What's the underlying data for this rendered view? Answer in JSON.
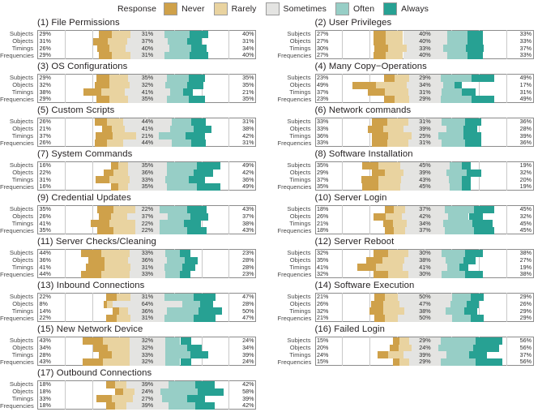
{
  "legend": {
    "title": "Response",
    "items": [
      {
        "label": "Never",
        "color": "#cfa14a"
      },
      {
        "label": "Rarely",
        "color": "#e9d3a0"
      },
      {
        "label": "Sometimes",
        "color": "#e4e4e2"
      },
      {
        "label": "Often",
        "color": "#97cec6"
      },
      {
        "label": "Always",
        "color": "#27a193"
      }
    ]
  },
  "row_labels": [
    "Subjects",
    "Objects",
    "Timings",
    "Frequencies"
  ],
  "chart_data": {
    "type": "bar",
    "subtype": "diverging-stacked-likert",
    "title": "",
    "xlabel": "",
    "ylabel": "",
    "grid": true,
    "legend_position": "top",
    "categories": [
      "Subjects",
      "Objects",
      "Timings",
      "Frequencies"
    ],
    "series_names": [
      "Never",
      "Rarely",
      "Sometimes",
      "Often",
      "Always"
    ],
    "labelled_groups": [
      "Never+Rarely",
      "Sometimes",
      "Often+Always"
    ],
    "axis_range_percent": [
      -100,
      100
    ],
    "panels": [
      {
        "index": 1,
        "title": "(1) File Permissions",
        "rows": [
          {
            "category": "Subjects",
            "negative": 29,
            "neutral": 31,
            "positive": 40
          },
          {
            "category": "Objects",
            "negative": 31,
            "neutral": 37,
            "positive": 31
          },
          {
            "category": "Timings",
            "negative": 26,
            "neutral": 40,
            "positive": 34
          },
          {
            "category": "Frequencies",
            "negative": 29,
            "neutral": 31,
            "positive": 40
          }
        ]
      },
      {
        "index": 2,
        "title": "(2) User Privileges",
        "rows": [
          {
            "category": "Subjects",
            "negative": 27,
            "neutral": 40,
            "positive": 33
          },
          {
            "category": "Objects",
            "negative": 27,
            "neutral": 40,
            "positive": 33
          },
          {
            "category": "Timings",
            "negative": 30,
            "neutral": 33,
            "positive": 37
          },
          {
            "category": "Frequencies",
            "negative": 27,
            "neutral": 40,
            "positive": 33
          }
        ]
      },
      {
        "index": 3,
        "title": "(3) OS Configurations",
        "rows": [
          {
            "category": "Subjects",
            "negative": 29,
            "neutral": 35,
            "positive": 35
          },
          {
            "category": "Objects",
            "negative": 32,
            "neutral": 32,
            "positive": 35
          },
          {
            "category": "Timings",
            "negative": 38,
            "neutral": 41,
            "positive": 21
          },
          {
            "category": "Frequencies",
            "negative": 29,
            "neutral": 35,
            "positive": 35
          }
        ]
      },
      {
        "index": 4,
        "title": "(4) Many Copy−Operations",
        "rows": [
          {
            "category": "Subjects",
            "negative": 23,
            "neutral": 29,
            "positive": 49
          },
          {
            "category": "Objects",
            "negative": 49,
            "neutral": 34,
            "positive": 17
          },
          {
            "category": "Timings",
            "negative": 37,
            "neutral": 31,
            "positive": 31
          },
          {
            "category": "Frequencies",
            "negative": 23,
            "neutral": 29,
            "positive": 49
          }
        ]
      },
      {
        "index": 5,
        "title": "(5) Custom Scripts",
        "rows": [
          {
            "category": "Subjects",
            "negative": 26,
            "neutral": 44,
            "positive": 31
          },
          {
            "category": "Objects",
            "negative": 21,
            "neutral": 41,
            "positive": 38
          },
          {
            "category": "Timings",
            "negative": 37,
            "neutral": 21,
            "positive": 42
          },
          {
            "category": "Frequencies",
            "negative": 26,
            "neutral": 44,
            "positive": 31
          }
        ]
      },
      {
        "index": 6,
        "title": "(6) Network commands",
        "rows": [
          {
            "category": "Subjects",
            "negative": 33,
            "neutral": 31,
            "positive": 36
          },
          {
            "category": "Objects",
            "negative": 33,
            "neutral": 39,
            "positive": 28
          },
          {
            "category": "Timings",
            "negative": 36,
            "neutral": 25,
            "positive": 39
          },
          {
            "category": "Frequencies",
            "negative": 33,
            "neutral": 31,
            "positive": 36
          }
        ]
      },
      {
        "index": 7,
        "title": "(7) System Commands",
        "rows": [
          {
            "category": "Subjects",
            "negative": 16,
            "neutral": 35,
            "positive": 49
          },
          {
            "category": "Objects",
            "negative": 22,
            "neutral": 36,
            "positive": 42
          },
          {
            "category": "Timings",
            "negative": 31,
            "neutral": 33,
            "positive": 36
          },
          {
            "category": "Frequencies",
            "negative": 16,
            "neutral": 35,
            "positive": 49
          }
        ]
      },
      {
        "index": 8,
        "title": "(8) Software Installation",
        "rows": [
          {
            "category": "Subjects",
            "negative": 35,
            "neutral": 45,
            "positive": 19
          },
          {
            "category": "Objects",
            "negative": 29,
            "neutral": 39,
            "positive": 32
          },
          {
            "category": "Timings",
            "negative": 37,
            "neutral": 43,
            "positive": 20
          },
          {
            "category": "Frequencies",
            "negative": 35,
            "neutral": 45,
            "positive": 19
          }
        ]
      },
      {
        "index": 9,
        "title": "(9) Credential Updates",
        "rows": [
          {
            "category": "Subjects",
            "negative": 35,
            "neutral": 22,
            "positive": 43
          },
          {
            "category": "Objects",
            "negative": 26,
            "neutral": 37,
            "positive": 37
          },
          {
            "category": "Timings",
            "negative": 41,
            "neutral": 22,
            "positive": 38
          },
          {
            "category": "Frequencies",
            "negative": 35,
            "neutral": 22,
            "positive": 43
          }
        ]
      },
      {
        "index": 10,
        "title": "(10) Server Login",
        "rows": [
          {
            "category": "Subjects",
            "negative": 18,
            "neutral": 37,
            "positive": 45
          },
          {
            "category": "Objects",
            "negative": 26,
            "neutral": 42,
            "positive": 32
          },
          {
            "category": "Timings",
            "negative": 21,
            "neutral": 34,
            "positive": 45
          },
          {
            "category": "Frequencies",
            "negative": 18,
            "neutral": 37,
            "positive": 45
          }
        ]
      },
      {
        "index": 11,
        "title": "(11) Server Checks/Cleaning",
        "rows": [
          {
            "category": "Subjects",
            "negative": 44,
            "neutral": 33,
            "positive": 23
          },
          {
            "category": "Objects",
            "negative": 36,
            "neutral": 36,
            "positive": 28
          },
          {
            "category": "Timings",
            "negative": 41,
            "neutral": 31,
            "positive": 28
          },
          {
            "category": "Frequencies",
            "negative": 44,
            "neutral": 33,
            "positive": 23
          }
        ]
      },
      {
        "index": 12,
        "title": "(12) Server Reboot",
        "rows": [
          {
            "category": "Subjects",
            "negative": 32,
            "neutral": 30,
            "positive": 38
          },
          {
            "category": "Objects",
            "negative": 35,
            "neutral": 38,
            "positive": 27
          },
          {
            "category": "Timings",
            "negative": 41,
            "neutral": 41,
            "positive": 19
          },
          {
            "category": "Frequencies",
            "negative": 32,
            "neutral": 30,
            "positive": 38
          }
        ]
      },
      {
        "index": 13,
        "title": "(13) Inbound Connections",
        "rows": [
          {
            "category": "Subjects",
            "negative": 22,
            "neutral": 31,
            "positive": 47
          },
          {
            "category": "Objects",
            "negative": 8,
            "neutral": 64,
            "positive": 28
          },
          {
            "category": "Timings",
            "negative": 14,
            "neutral": 36,
            "positive": 50
          },
          {
            "category": "Frequencies",
            "negative": 22,
            "neutral": 31,
            "positive": 47
          }
        ]
      },
      {
        "index": 14,
        "title": "(14) Software Execution",
        "rows": [
          {
            "category": "Subjects",
            "negative": 21,
            "neutral": 50,
            "positive": 29
          },
          {
            "category": "Objects",
            "negative": 26,
            "neutral": 47,
            "positive": 26
          },
          {
            "category": "Timings",
            "negative": 32,
            "neutral": 38,
            "positive": 29
          },
          {
            "category": "Frequencies",
            "negative": 21,
            "neutral": 50,
            "positive": 29
          }
        ]
      },
      {
        "index": 15,
        "title": "(15) New Network Device",
        "rows": [
          {
            "category": "Subjects",
            "negative": 43,
            "neutral": 32,
            "positive": 24
          },
          {
            "category": "Objects",
            "negative": 34,
            "neutral": 32,
            "positive": 34
          },
          {
            "category": "Timings",
            "negative": 28,
            "neutral": 33,
            "positive": 39
          },
          {
            "category": "Frequencies",
            "negative": 43,
            "neutral": 32,
            "positive": 24
          }
        ]
      },
      {
        "index": 16,
        "title": "(16) Failed Login",
        "rows": [
          {
            "category": "Subjects",
            "negative": 15,
            "neutral": 29,
            "positive": 56
          },
          {
            "category": "Objects",
            "negative": 20,
            "neutral": 24,
            "positive": 56
          },
          {
            "category": "Timings",
            "negative": 24,
            "neutral": 39,
            "positive": 37
          },
          {
            "category": "Frequencies",
            "negative": 15,
            "neutral": 29,
            "positive": 56
          }
        ]
      },
      {
        "index": 17,
        "title": "(17) Outbound Connections",
        "rows": [
          {
            "category": "Subjects",
            "negative": 18,
            "neutral": 39,
            "positive": 42
          },
          {
            "category": "Objects",
            "negative": 18,
            "neutral": 24,
            "positive": 58
          },
          {
            "category": "Timings",
            "negative": 33,
            "neutral": 27,
            "positive": 39
          },
          {
            "category": "Frequencies",
            "negative": 18,
            "neutral": 39,
            "positive": 42
          }
        ]
      }
    ]
  }
}
